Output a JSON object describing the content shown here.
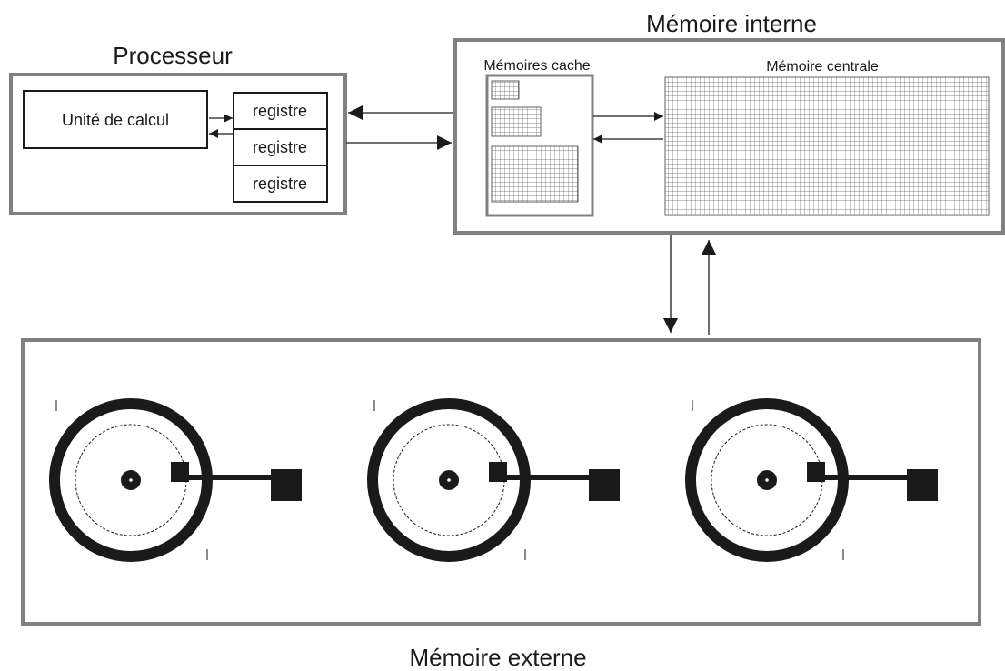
{
  "processor": {
    "title": "Processeur",
    "alu_label": "Unité de calcul",
    "registers": [
      "registre",
      "registre",
      "registre"
    ]
  },
  "internal_memory": {
    "title": "Mémoire interne",
    "cache_label": "Mémoires cache",
    "main_label": "Mémoire centrale"
  },
  "external_memory": {
    "title": "Mémoire externe",
    "disk_count": 3
  },
  "colors": {
    "frame": "#808080",
    "ink": "#1a1a1a",
    "grid": "#606060"
  }
}
